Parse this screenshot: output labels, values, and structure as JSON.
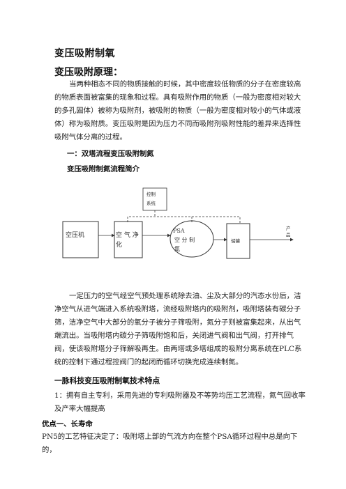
{
  "title": "变压吸附制氧",
  "principle_heading": "变压吸附原理：",
  "principle_text": "当两种相态不同的物质接触的时候，其中密度较低物质的分子在密度较高的物质表面被富集的现象和过程。具有吸附作用的物质（一般为密度相对较大的多孔固体）被称为吸附剂，被吸附的物质（一般为密度相对较小的气体或液体）称为吸附质。变压吸附是因为压力不同而吸附剂吸附性能的差异来选择性吸附气体分离的过程。",
  "section1_heading": "一：双塔流程变压吸附制氮",
  "section1_subheading": "变压吸附制氮流程简介",
  "diagram": {
    "control": [
      "控制",
      "系统"
    ],
    "compressor": "空压机",
    "purify_line1": "空 气 净",
    "purify_line2": "化",
    "psa_line1": "PSA",
    "psa_line2": "空 分 制",
    "psa_line3": "氮",
    "storage": "储罐",
    "product": [
      "产",
      "品"
    ]
  },
  "process_text": "一定压力的空气经空气预处理系统除去油、尘及大部分的汽态水份后，洁净空气从进气端进入系统吸附塔，流经吸附塔内的吸附剂，吸附塔装有碳分子筛，洁净空气中大部分的氧分子被分子筛吸附，氮分子则被富集起来，从出气端流出。当吸附塔内碳分子筛吸附饱和后，关闭进气阀和出气阀，打开排气阀，使该吸附塔分子筛解吸再生。由两塔或多塔组成的吸附分离系统在PLC系统的控制下通过程控阀门的起闭而循环切换完成连续制氮。",
  "features_heading": "一脉科技变压吸附制氧技术特点",
  "feature1": "1：拥有自主专利，采用先进的专利吸附器及不等势均压工艺流程，氮气回收率及产率大幅提高",
  "advantage1_heading": "优点一、长寿命",
  "advantage1_text": "PN5的工艺特征决定了：吸附塔上部的气流方向在整个PSA循环过程中总是向下的，"
}
